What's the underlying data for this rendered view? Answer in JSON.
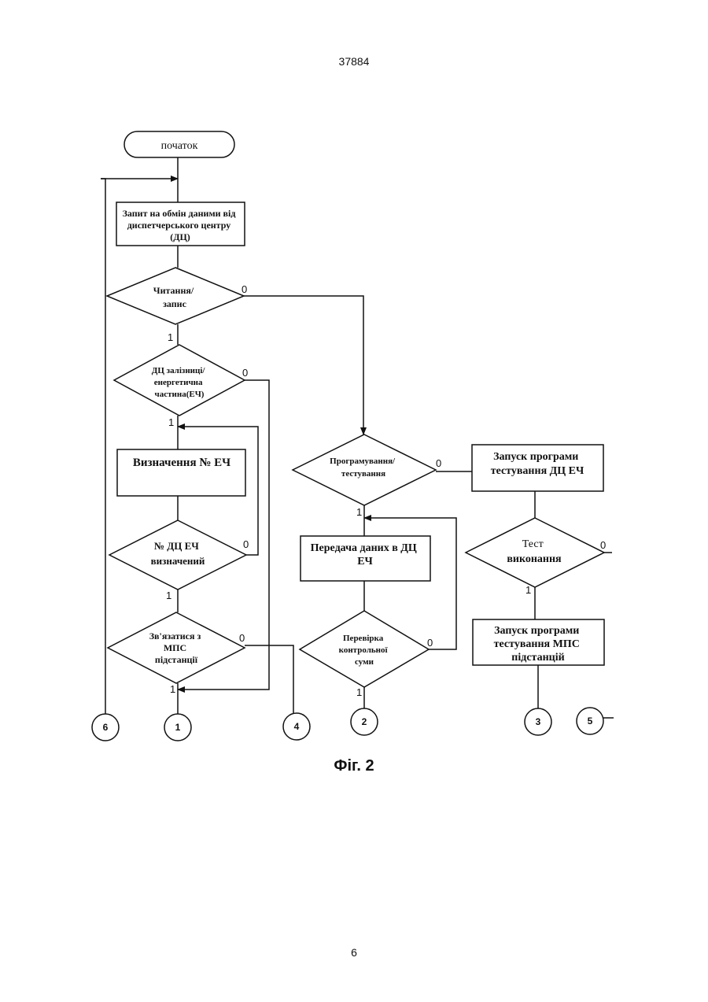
{
  "page": {
    "number_top": "37884",
    "number_bottom": "6",
    "caption": "Фіг. 2"
  },
  "nodes": {
    "start": "початок",
    "request": [
      "Запит на обмін даними від",
      "диспетчерського центру",
      "(ДЦ)"
    ],
    "read_write": [
      "Читання/",
      "запис"
    ],
    "rail_energy": [
      "ДЦ залізниці/",
      "енергетична",
      "частина(ЕЧ)"
    ],
    "determine_ech": "Визначення № ЕЧ",
    "ech_determined": [
      "№ ДЦ ЕЧ",
      "визначений"
    ],
    "contact_mps": [
      "Зв'язатися з",
      "МПС",
      "підстанції"
    ],
    "prog_test": [
      "Програмування/",
      "тестування"
    ],
    "transfer": [
      "Передача даних в ДЦ",
      "ЕЧ"
    ],
    "checksum": [
      "Перевірка",
      "контрольної",
      "суми"
    ],
    "launch_test_dc": [
      "Запуск програми",
      "тестування ДЦ ЕЧ"
    ],
    "test_done": [
      "Тест",
      "виконання"
    ],
    "launch_test_mps": [
      "Запуск програми",
      "тестування МПС",
      "підстанцій"
    ]
  },
  "branch_labels": {
    "yes": "1",
    "no": "0"
  },
  "connectors": [
    "6",
    "1",
    "4",
    "2",
    "3",
    "5"
  ]
}
